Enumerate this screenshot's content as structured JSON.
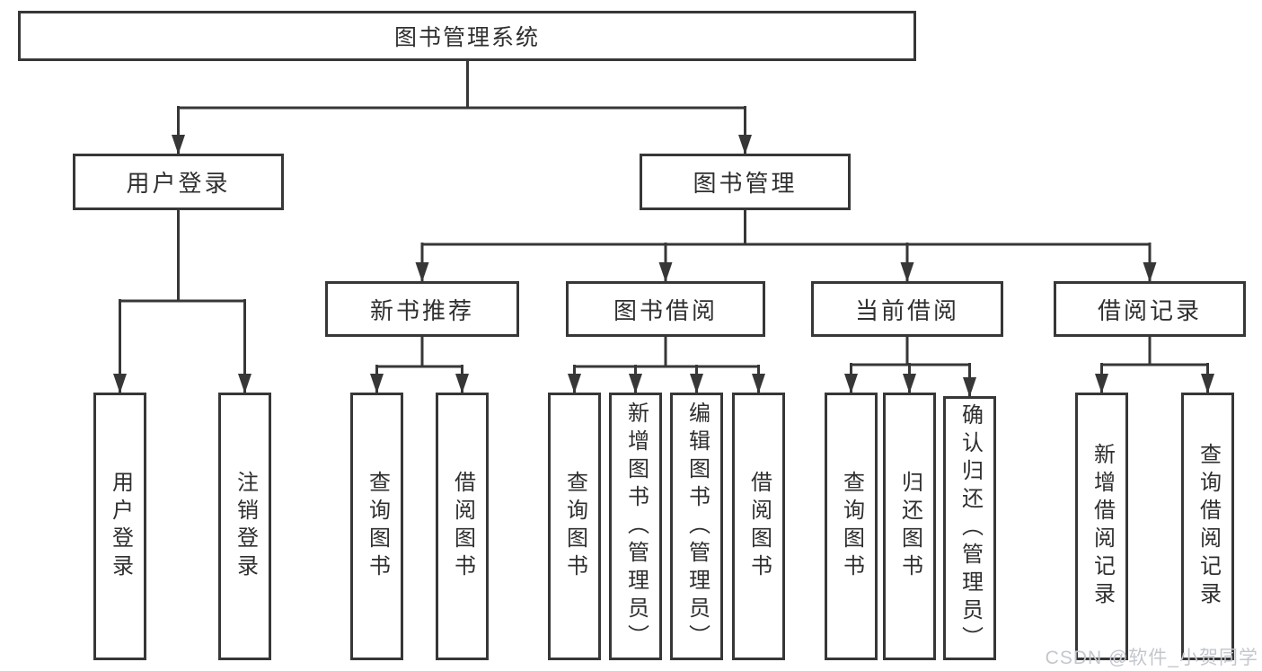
{
  "diagram_title": "图书管理系统",
  "nodes": {
    "root": "图书管理系统",
    "user_login": "用户登录",
    "book_mgmt": "图书管理",
    "new_book_rec": "新书推荐",
    "book_borrow": "图书借阅",
    "current_borrow": "当前借阅",
    "borrow_record": "借阅记录",
    "ul_user_login": "用户登录",
    "ul_logout": "注销登录",
    "nb_query": "查询图书",
    "nb_borrow": "借阅图书",
    "bb_query": "查询图书",
    "bb_add": "新增图书（管理员）",
    "bb_edit": "编辑图书（管理员）",
    "bb_borrow": "借阅图书",
    "cb_query": "查询图书",
    "cb_return": "归还图书",
    "cb_confirm": "确认归还（管理员）",
    "br_add": "新增借阅记录",
    "br_query": "查询借阅记录"
  },
  "edges": [
    [
      "root",
      "user_login"
    ],
    [
      "root",
      "book_mgmt"
    ],
    [
      "user_login",
      "ul_user_login"
    ],
    [
      "user_login",
      "ul_logout"
    ],
    [
      "book_mgmt",
      "new_book_rec"
    ],
    [
      "book_mgmt",
      "book_borrow"
    ],
    [
      "book_mgmt",
      "current_borrow"
    ],
    [
      "book_mgmt",
      "borrow_record"
    ],
    [
      "new_book_rec",
      "nb_query"
    ],
    [
      "new_book_rec",
      "nb_borrow"
    ],
    [
      "book_borrow",
      "bb_query"
    ],
    [
      "book_borrow",
      "bb_add"
    ],
    [
      "book_borrow",
      "bb_edit"
    ],
    [
      "book_borrow",
      "bb_borrow"
    ],
    [
      "current_borrow",
      "cb_query"
    ],
    [
      "current_borrow",
      "cb_return"
    ],
    [
      "current_borrow",
      "cb_confirm"
    ],
    [
      "borrow_record",
      "br_add"
    ],
    [
      "borrow_record",
      "br_query"
    ]
  ],
  "watermark": "CSDN @软件_小贺同学",
  "colors": {
    "line": "#373737",
    "box_border": "#373737",
    "text": "#2f2f2f",
    "watermark": "#c3c7cd",
    "background": "#ffffff"
  }
}
